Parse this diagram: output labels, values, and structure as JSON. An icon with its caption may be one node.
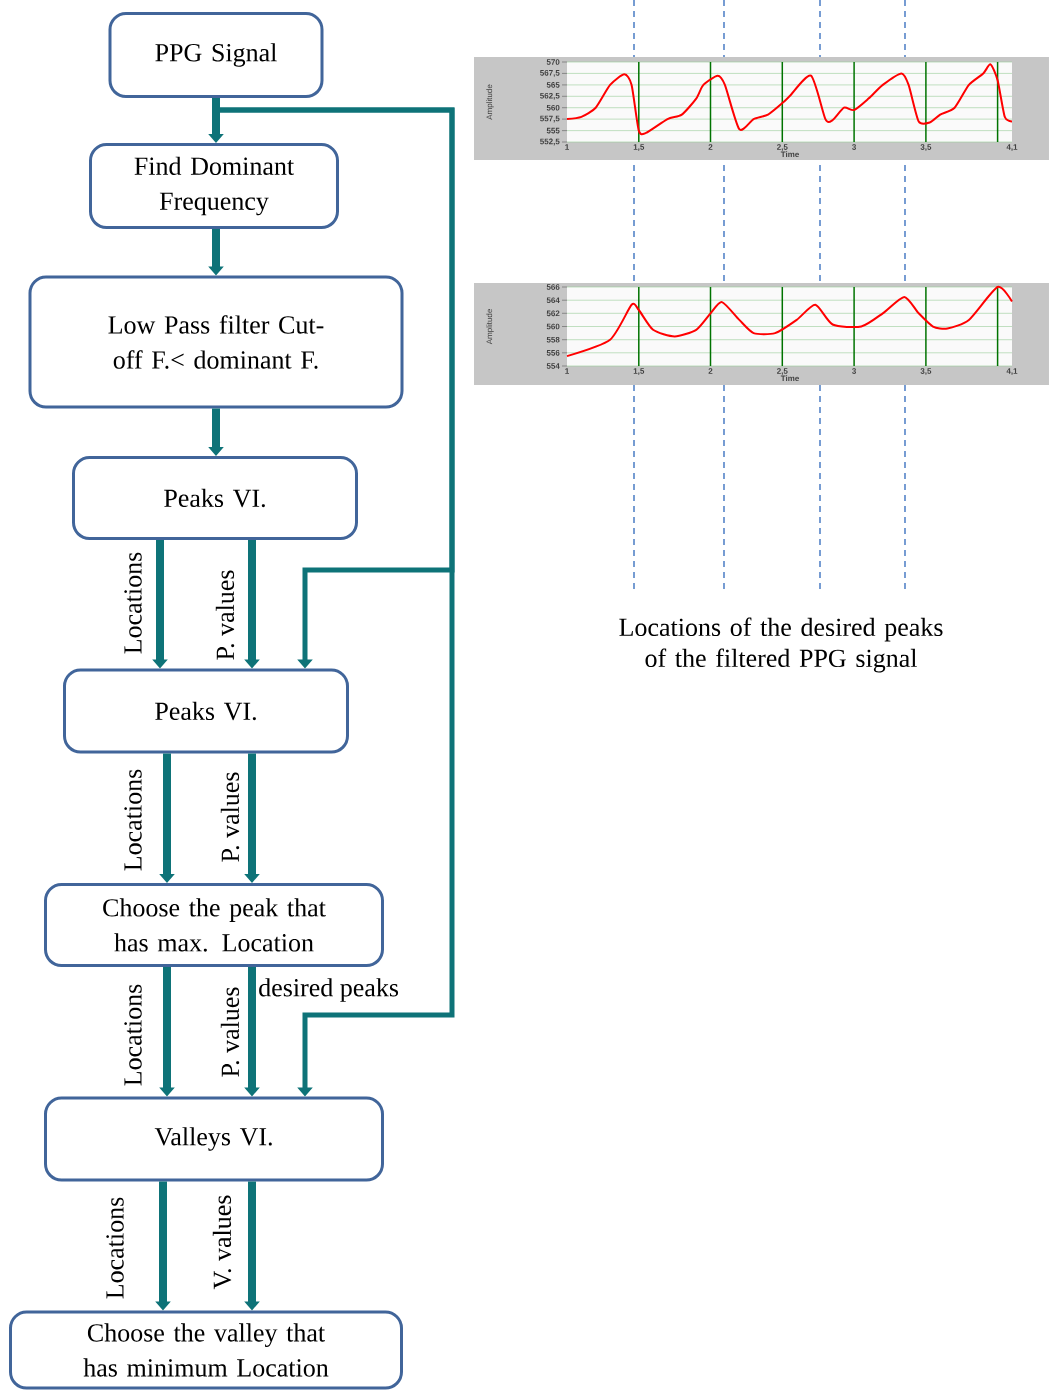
{
  "diagram": {
    "caption": "Locations of the desired peaks of the filtered PPG signal",
    "nodes": [
      {
        "text": [
          "PPG Signal"
        ]
      },
      {
        "text": [
          "Find Dominant Frequency"
        ]
      },
      {
        "text": [
          "Low Pass filter Cut-off F.< dominant F."
        ]
      },
      {
        "text": [
          "Peaks VI."
        ]
      },
      {
        "text": [
          "Peaks VI."
        ]
      },
      {
        "text": [
          "Choose the peak that has max. Location"
        ]
      },
      {
        "text": [
          "Valleys VI."
        ]
      },
      {
        "text": [
          "Choose the valley that has minimum Location"
        ]
      }
    ],
    "edges": [
      {
        "from": 0,
        "to": 1,
        "arrow": "to"
      },
      {
        "from": 1,
        "to": 2,
        "arrow": "to"
      },
      {
        "from": 2,
        "to": 3,
        "arrow": "to"
      },
      {
        "from": 3,
        "to": 4,
        "arrow": "to",
        "label": "Locations"
      },
      {
        "from": 3,
        "to": 4,
        "arrow": "to",
        "label": "P. values"
      },
      {
        "from": 0,
        "to": 4,
        "arrow": "to"
      },
      {
        "from": 4,
        "to": 5,
        "arrow": "to",
        "label": "Locations"
      },
      {
        "from": 4,
        "to": 5,
        "arrow": "to",
        "label": "P. values"
      },
      {
        "from": 5,
        "to": 6,
        "arrow": "to",
        "label": "Locations"
      },
      {
        "from": 5,
        "to": 6,
        "arrow": "to",
        "label": "P. values"
      },
      {
        "from": 0,
        "to": 6,
        "arrow": "to"
      },
      {
        "from": 6,
        "to": 7,
        "arrow": "to",
        "label": "Locations"
      },
      {
        "from": 6,
        "to": 7,
        "arrow": "to",
        "label": "V. values"
      }
    ],
    "labels": [
      "570",
      "567,5",
      "565",
      "562,5",
      "560",
      "557,5",
      "555",
      "552,5",
      "Amplitude",
      "1",
      "1,5",
      "2",
      "2,5",
      "3",
      "3,5",
      "4,1",
      "Time",
      "566",
      "564",
      "562",
      "560",
      "558",
      "556",
      "554",
      "Amplitude",
      "1",
      "1,5",
      "2",
      "2,5",
      "3",
      "3,5",
      "4,1",
      "Time",
      "desired peaks"
    ]
  }
}
